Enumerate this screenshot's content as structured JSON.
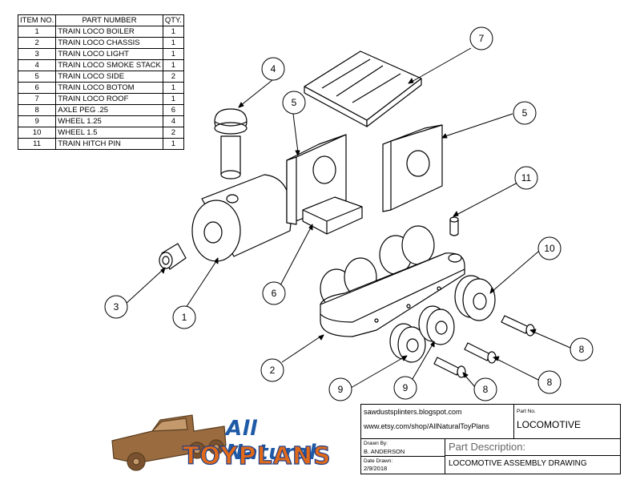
{
  "bom": {
    "headers": [
      "ITEM NO.",
      "PART NUMBER",
      "QTY."
    ],
    "rows": [
      {
        "item": "1",
        "part": "TRAIN LOCO BOILER",
        "qty": "1"
      },
      {
        "item": "2",
        "part": "TRAIN LOCO CHASSIS",
        "qty": "1"
      },
      {
        "item": "3",
        "part": "TRAIN LOCO LIGHT",
        "qty": "1"
      },
      {
        "item": "4",
        "part": "TRAIN LOCO SMOKE STACK",
        "qty": "1"
      },
      {
        "item": "5",
        "part": "TRAIN LOCO SIDE",
        "qty": "2"
      },
      {
        "item": "6",
        "part": "TRAIN LOCO BOTOM",
        "qty": "1"
      },
      {
        "item": "7",
        "part": "TRAIN LOCO ROOF",
        "qty": "1"
      },
      {
        "item": "8",
        "part": "AXLE PEG .25",
        "qty": "6"
      },
      {
        "item": "9",
        "part": "WHEEL 1.25",
        "qty": "4"
      },
      {
        "item": "10",
        "part": "WHEEL 1.5",
        "qty": "2"
      },
      {
        "item": "11",
        "part": "TRAIN HITCH PIN",
        "qty": "1"
      }
    ]
  },
  "balloons": [
    "1",
    "2",
    "3",
    "4",
    "5",
    "5",
    "6",
    "7",
    "8",
    "8",
    "8",
    "9",
    "9",
    "10",
    "11"
  ],
  "title_block": {
    "url1": "sawdustsplinters.blogspot.com",
    "url2": "www.etsy.com/shop/AllNaturalToyPlans",
    "part_no_label": "Part No.",
    "part_no": "LOCOMOTIVE",
    "drawn_by_label": "Drawn By:",
    "drawn_by": "B. ANDERSON",
    "date_label": "Date Drawn:",
    "date": "2/9/2018",
    "desc_label": "Part Description:",
    "desc": "LOCOMOTIVE ASSEMBLY DRAWING"
  },
  "logo": {
    "line1": "All Natural",
    "line2": "TOYPLANS"
  },
  "colors": {
    "logo_blue": "#1f5aa6",
    "logo_orange": "#e06a1a",
    "truck_brown": "#9a6b3e"
  }
}
